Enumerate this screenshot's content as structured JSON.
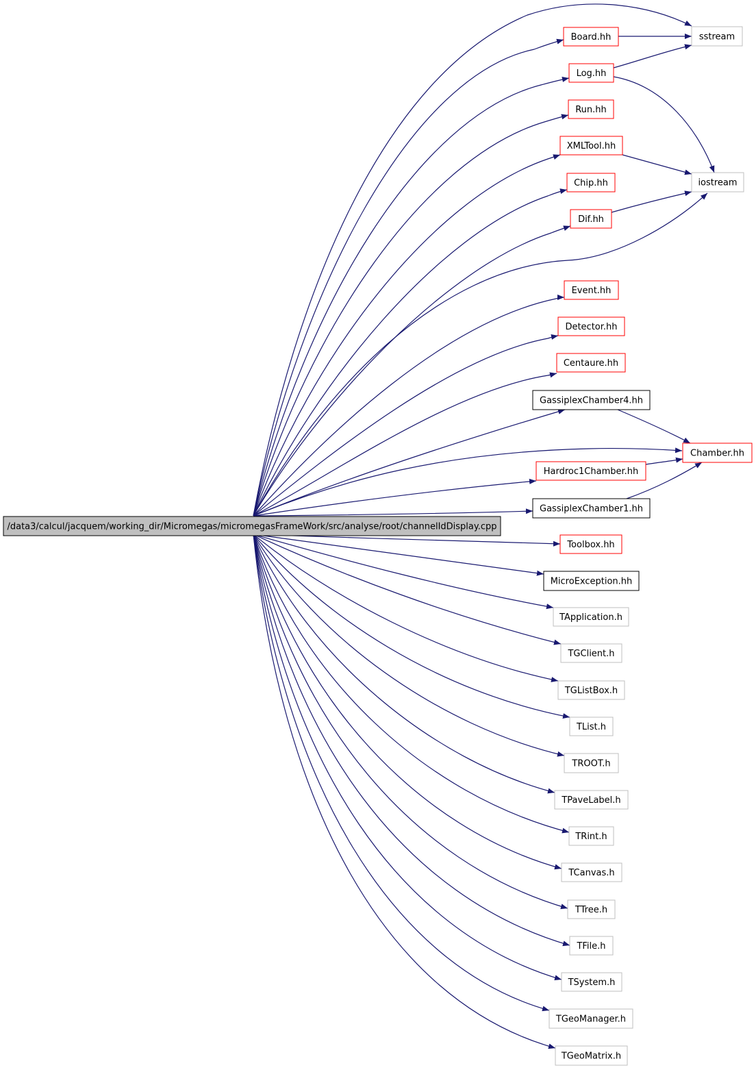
{
  "colors": {
    "edge": "#191970",
    "red_border": "#ff0000",
    "black_border": "#000000",
    "gray_border": "#bfbfbf",
    "root_fill": "#bfbfbf",
    "background": "#ffffff"
  },
  "nodes": [
    {
      "id": "root",
      "label": "/data3/calcul/jacquem/working_dir/Micromegas/micromegasFrameWork/src/analyse/root/channelIdDisplay.cpp",
      "style": "root"
    },
    {
      "id": "board",
      "label": "Board.hh",
      "style": "red"
    },
    {
      "id": "log",
      "label": "Log.hh",
      "style": "red"
    },
    {
      "id": "run",
      "label": "Run.hh",
      "style": "red"
    },
    {
      "id": "xmltool",
      "label": "XMLTool.hh",
      "style": "red"
    },
    {
      "id": "chip",
      "label": "Chip.hh",
      "style": "red"
    },
    {
      "id": "dif",
      "label": "Dif.hh",
      "style": "red"
    },
    {
      "id": "event",
      "label": "Event.hh",
      "style": "red"
    },
    {
      "id": "detector",
      "label": "Detector.hh",
      "style": "red"
    },
    {
      "id": "centaure",
      "label": "Centaure.hh",
      "style": "red"
    },
    {
      "id": "gassi4",
      "label": "GassiplexChamber4.hh",
      "style": "black"
    },
    {
      "id": "hardroc",
      "label": "Hardroc1Chamber.hh",
      "style": "red"
    },
    {
      "id": "gassi1",
      "label": "GassiplexChamber1.hh",
      "style": "black"
    },
    {
      "id": "toolbox",
      "label": "Toolbox.hh",
      "style": "red"
    },
    {
      "id": "microexc",
      "label": "MicroException.hh",
      "style": "black"
    },
    {
      "id": "tapp",
      "label": "TApplication.h",
      "style": "gray"
    },
    {
      "id": "tgclient",
      "label": "TGClient.h",
      "style": "gray"
    },
    {
      "id": "tglistbox",
      "label": "TGListBox.h",
      "style": "gray"
    },
    {
      "id": "tlist",
      "label": "TList.h",
      "style": "gray"
    },
    {
      "id": "troot",
      "label": "TROOT.h",
      "style": "gray"
    },
    {
      "id": "tpavelabel",
      "label": "TPaveLabel.h",
      "style": "gray"
    },
    {
      "id": "trint",
      "label": "TRint.h",
      "style": "gray"
    },
    {
      "id": "tcanvas",
      "label": "TCanvas.h",
      "style": "gray"
    },
    {
      "id": "ttree",
      "label": "TTree.h",
      "style": "gray"
    },
    {
      "id": "tfile",
      "label": "TFile.h",
      "style": "gray"
    },
    {
      "id": "tsystem",
      "label": "TSystem.h",
      "style": "gray"
    },
    {
      "id": "tgeomanager",
      "label": "TGeoManager.h",
      "style": "gray"
    },
    {
      "id": "tgeomatrix",
      "label": "TGeoMatrix.h",
      "style": "gray"
    },
    {
      "id": "sstream",
      "label": "sstream",
      "style": "gray"
    },
    {
      "id": "iostream",
      "label": "iostream",
      "style": "gray"
    },
    {
      "id": "chamber",
      "label": "Chamber.hh",
      "style": "red"
    }
  ],
  "edges": [
    {
      "from": "root",
      "to": "sstream"
    },
    {
      "from": "root",
      "to": "board"
    },
    {
      "from": "root",
      "to": "log"
    },
    {
      "from": "root",
      "to": "run"
    },
    {
      "from": "root",
      "to": "xmltool"
    },
    {
      "from": "root",
      "to": "chip"
    },
    {
      "from": "root",
      "to": "dif"
    },
    {
      "from": "root",
      "to": "iostream"
    },
    {
      "from": "root",
      "to": "event"
    },
    {
      "from": "root",
      "to": "detector"
    },
    {
      "from": "root",
      "to": "centaure"
    },
    {
      "from": "root",
      "to": "gassi4"
    },
    {
      "from": "root",
      "to": "chamber"
    },
    {
      "from": "root",
      "to": "hardroc"
    },
    {
      "from": "root",
      "to": "gassi1"
    },
    {
      "from": "root",
      "to": "toolbox"
    },
    {
      "from": "root",
      "to": "microexc"
    },
    {
      "from": "root",
      "to": "tapp"
    },
    {
      "from": "root",
      "to": "tgclient"
    },
    {
      "from": "root",
      "to": "tglistbox"
    },
    {
      "from": "root",
      "to": "tlist"
    },
    {
      "from": "root",
      "to": "troot"
    },
    {
      "from": "root",
      "to": "tpavelabel"
    },
    {
      "from": "root",
      "to": "trint"
    },
    {
      "from": "root",
      "to": "tcanvas"
    },
    {
      "from": "root",
      "to": "ttree"
    },
    {
      "from": "root",
      "to": "tfile"
    },
    {
      "from": "root",
      "to": "tsystem"
    },
    {
      "from": "root",
      "to": "tgeomanager"
    },
    {
      "from": "root",
      "to": "tgeomatrix"
    },
    {
      "from": "board",
      "to": "sstream"
    },
    {
      "from": "log",
      "to": "sstream"
    },
    {
      "from": "log",
      "to": "iostream"
    },
    {
      "from": "xmltool",
      "to": "iostream"
    },
    {
      "from": "dif",
      "to": "iostream"
    },
    {
      "from": "gassi4",
      "to": "chamber"
    },
    {
      "from": "hardroc",
      "to": "chamber"
    },
    {
      "from": "gassi1",
      "to": "chamber"
    }
  ]
}
